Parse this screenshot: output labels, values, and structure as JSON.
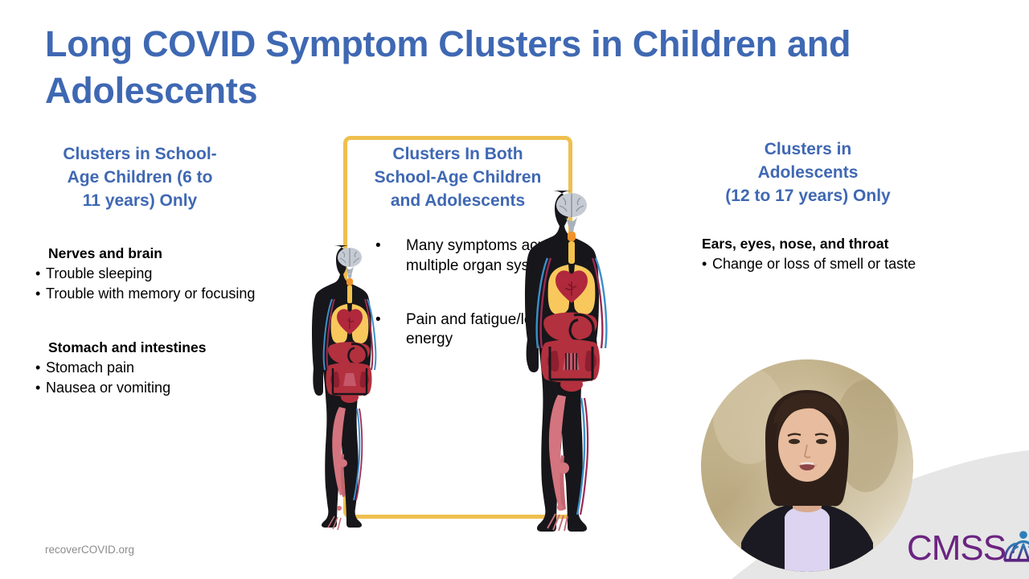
{
  "slide": {
    "title": "Long COVID Symptom Clusters in Children and Adolescents",
    "background_color": "#FFFFFF",
    "accent_blue": "#3F68B3",
    "accent_gold": "#EFBF4E",
    "logo_purple": "#6B2480",
    "logo_teal": "#2C7FB8",
    "band_gray": "#E6E6E6"
  },
  "columns": {
    "left": {
      "heading": "Clusters in School-Age Children (6 to 11 years) Only",
      "heading_lines": [
        "Clusters in School-",
        "Age Children (6 to",
        "11 years) Only"
      ],
      "groups": [
        {
          "title": "Nerves and brain",
          "items": [
            "Trouble sleeping",
            "Trouble with memory or focusing"
          ]
        },
        {
          "title": "Stomach and intestines",
          "items": [
            "Stomach pain",
            "Nausea or vomiting"
          ]
        }
      ]
    },
    "center": {
      "heading": "Clusters In Both School-Age Children and Adolescents",
      "heading_lines": [
        "Clusters In Both",
        "School-Age Children",
        "and Adolescents"
      ],
      "items": [
        "Many symptoms across multiple organ systems",
        "Pain and fatigue/low energy"
      ]
    },
    "right": {
      "heading": "Clusters in Adolescents (12 to 17 years) Only",
      "heading_lines": [
        "Clusters in",
        "Adolescents",
        "(12 to 17 years) Only"
      ],
      "groups": [
        {
          "title": "Ears, eyes, nose, and throat",
          "items": [
            "Change or loss of smell or taste"
          ]
        }
      ]
    }
  },
  "figures": {
    "child": {
      "name": "school-age-child-anatomy",
      "caption": "Anatomical diagram of a school-age child showing brain, lungs, heart, digestive organs, and circulatory system"
    },
    "adolescent": {
      "name": "adolescent-anatomy",
      "caption": "Anatomical diagram of an adolescent showing brain, lungs, heart, digestive organs, and circulatory system"
    }
  },
  "video": {
    "label": "presenter-video",
    "description": "Circular webcam view of a presenter speaking"
  },
  "logo": {
    "wordmark": "CMSS",
    "icon": "cmss-person-fan-icon"
  },
  "footer": {
    "url": "recoverCOVID.org"
  },
  "bullet_glyph": "•"
}
